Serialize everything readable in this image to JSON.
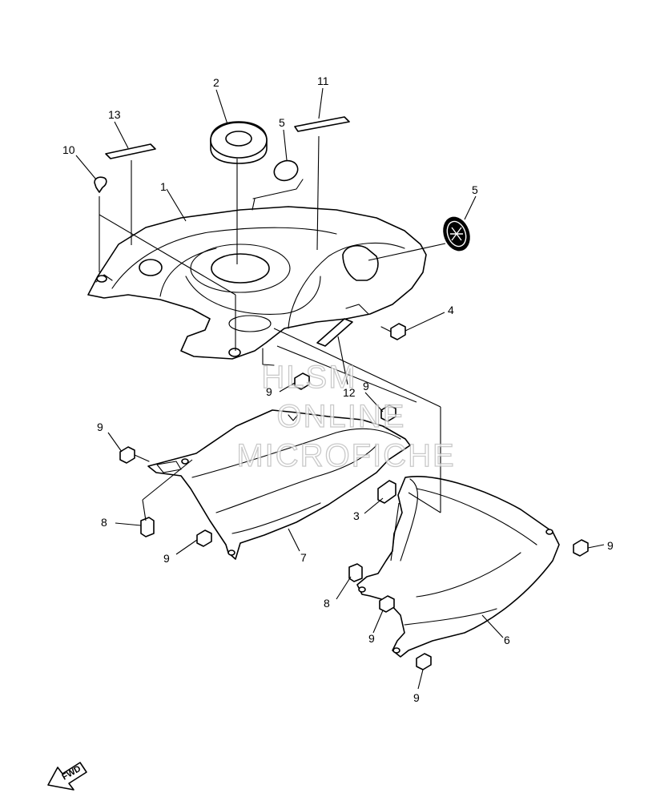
{
  "diagram": {
    "callouts": {
      "c1": "1",
      "c2": "2",
      "c3": "3",
      "c4": "4",
      "c5a": "5",
      "c5b": "5",
      "c6": "6",
      "c7": "7",
      "c8a": "8",
      "c8b": "8",
      "c9a": "9",
      "c9b": "9",
      "c9c": "9",
      "c9d": "9",
      "c9e": "9",
      "c9f": "9",
      "c9g": "9",
      "c10": "10",
      "c11": "11",
      "c12": "12",
      "c13": "13"
    },
    "watermark": {
      "line1": "HLSM",
      "line2": "ONLINE",
      "line3": "MICROFICHE"
    },
    "direction_arrow": {
      "label": "FWD"
    }
  }
}
